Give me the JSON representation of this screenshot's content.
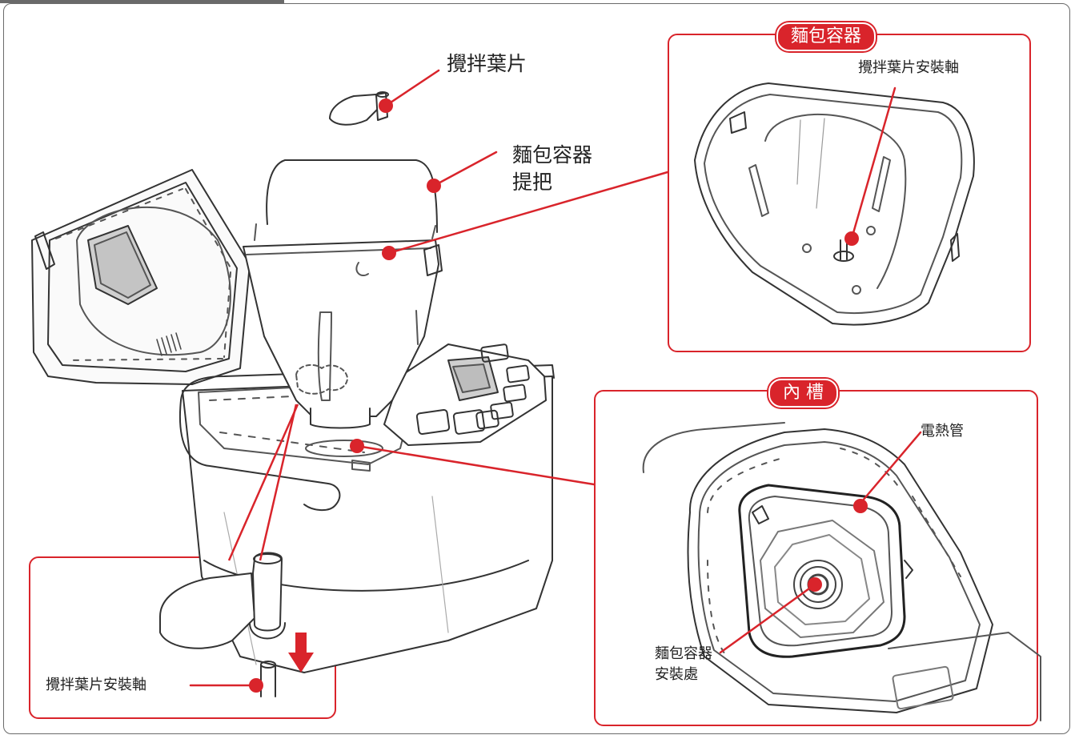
{
  "colors": {
    "accent": "#d9242b",
    "line": "#333333",
    "frame": "#6a6a6a"
  },
  "labels": {
    "paddle": "攪拌葉片",
    "handle_line1": "麵包容器",
    "handle_line2": "提把",
    "shaft_bottom": "攪拌葉片安裝軸",
    "shaft_top": "攪拌葉片安裝軸",
    "heater": "電熱管",
    "mount_line1": "麵包容器",
    "mount_line2": "安裝處"
  },
  "badges": {
    "pan": "麵包容器",
    "chamber": "內 槽"
  },
  "icons": [
    "arrow-down-icon"
  ]
}
